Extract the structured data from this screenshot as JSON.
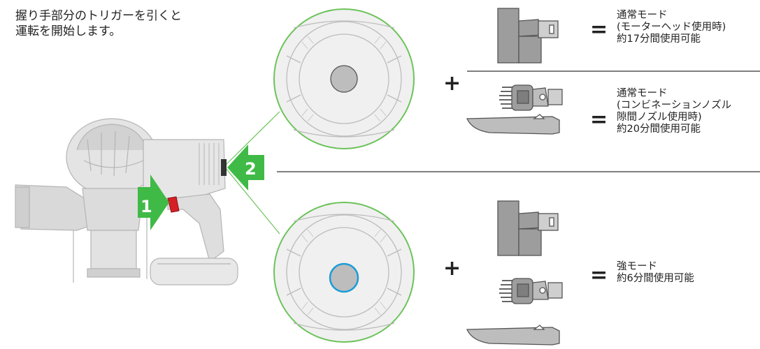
{
  "instruction": {
    "line1": "握り手部分のトリガーを引くと",
    "line2": "運転を開始します。"
  },
  "steps": {
    "step1": "1",
    "step2": "2"
  },
  "operators": {
    "plus": "+",
    "equals": "="
  },
  "modes": [
    {
      "line1": "通常モード",
      "line2": "(モーターヘッド使用時)",
      "line3": "約17分間使用可能"
    },
    {
      "line1": "通常モード",
      "line2": "(コンビネーションノズル",
      "line3": "隙間ノズル使用時)",
      "line4": "約20分間使用可能"
    },
    {
      "line1": "強モード",
      "line2": "約6分間使用可能"
    }
  ],
  "colors": {
    "arrow_green": "#3fba46",
    "circle_outline": "#6cc35a",
    "trigger_red": "#d62027",
    "button_blue": "#1a9bd7",
    "device_gray": "#d9d9d9",
    "line_dark": "#333333"
  }
}
